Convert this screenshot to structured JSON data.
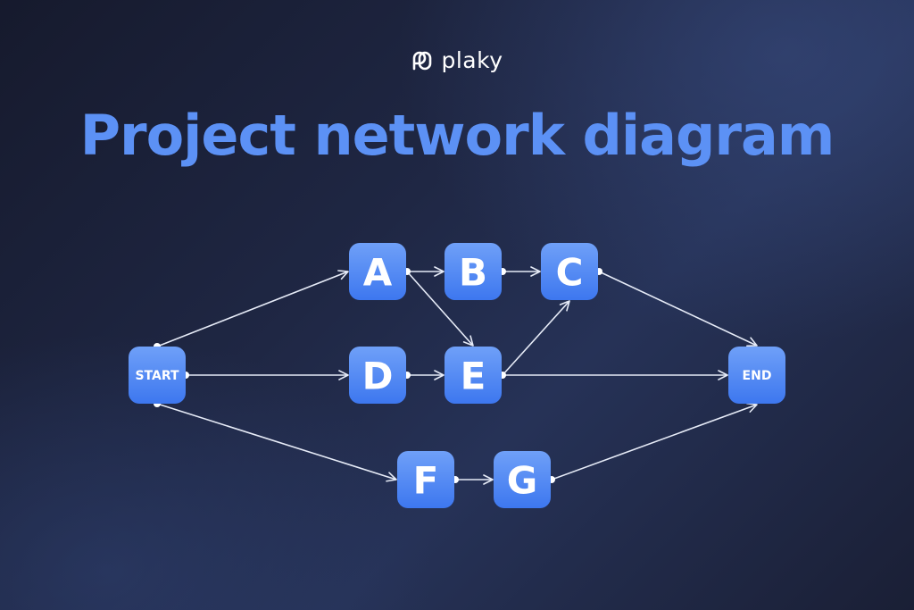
{
  "brand": {
    "name": "plaky"
  },
  "title": "Project network diagram",
  "diagram": {
    "nodes": [
      {
        "id": "start",
        "label": "START"
      },
      {
        "id": "a",
        "label": "A"
      },
      {
        "id": "b",
        "label": "B"
      },
      {
        "id": "c",
        "label": "C"
      },
      {
        "id": "d",
        "label": "D"
      },
      {
        "id": "e",
        "label": "E"
      },
      {
        "id": "f",
        "label": "F"
      },
      {
        "id": "g",
        "label": "G"
      },
      {
        "id": "end",
        "label": "END"
      }
    ],
    "edges": [
      {
        "from": "start",
        "to": "a"
      },
      {
        "from": "start",
        "to": "d"
      },
      {
        "from": "start",
        "to": "f"
      },
      {
        "from": "a",
        "to": "b"
      },
      {
        "from": "a",
        "to": "e"
      },
      {
        "from": "b",
        "to": "c"
      },
      {
        "from": "d",
        "to": "e"
      },
      {
        "from": "e",
        "to": "c"
      },
      {
        "from": "e",
        "to": "end"
      },
      {
        "from": "c",
        "to": "end"
      },
      {
        "from": "f",
        "to": "g"
      },
      {
        "from": "g",
        "to": "end"
      }
    ]
  },
  "colors": {
    "title": "#5c91f5",
    "node_top": "#6fa0f8",
    "node_bottom": "#3d77ef",
    "edge": "#e6ebf7"
  }
}
